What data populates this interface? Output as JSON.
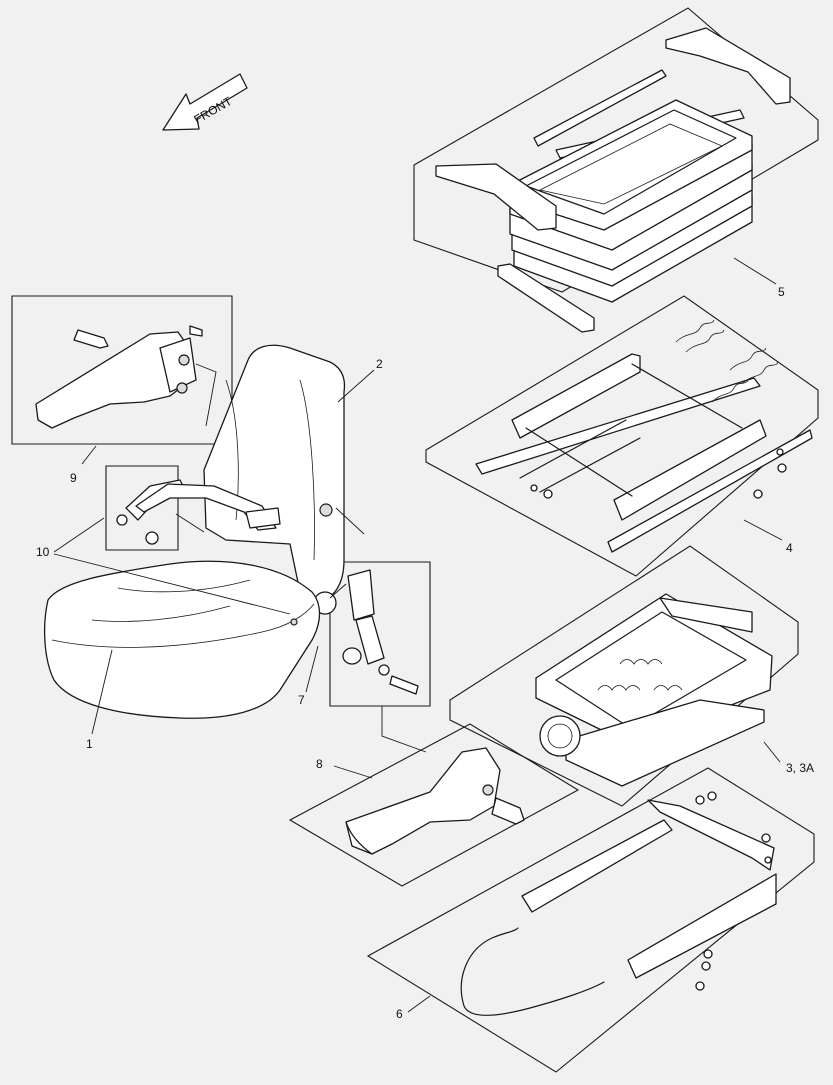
{
  "direction_arrow": {
    "label": "FRONT"
  },
  "callouts": {
    "c1": "1",
    "c2": "2",
    "c3": "3, 3A",
    "c4": "4",
    "c5": "5",
    "c6": "6",
    "c7": "7",
    "c8": "8",
    "c9": "9",
    "c10": "10"
  }
}
